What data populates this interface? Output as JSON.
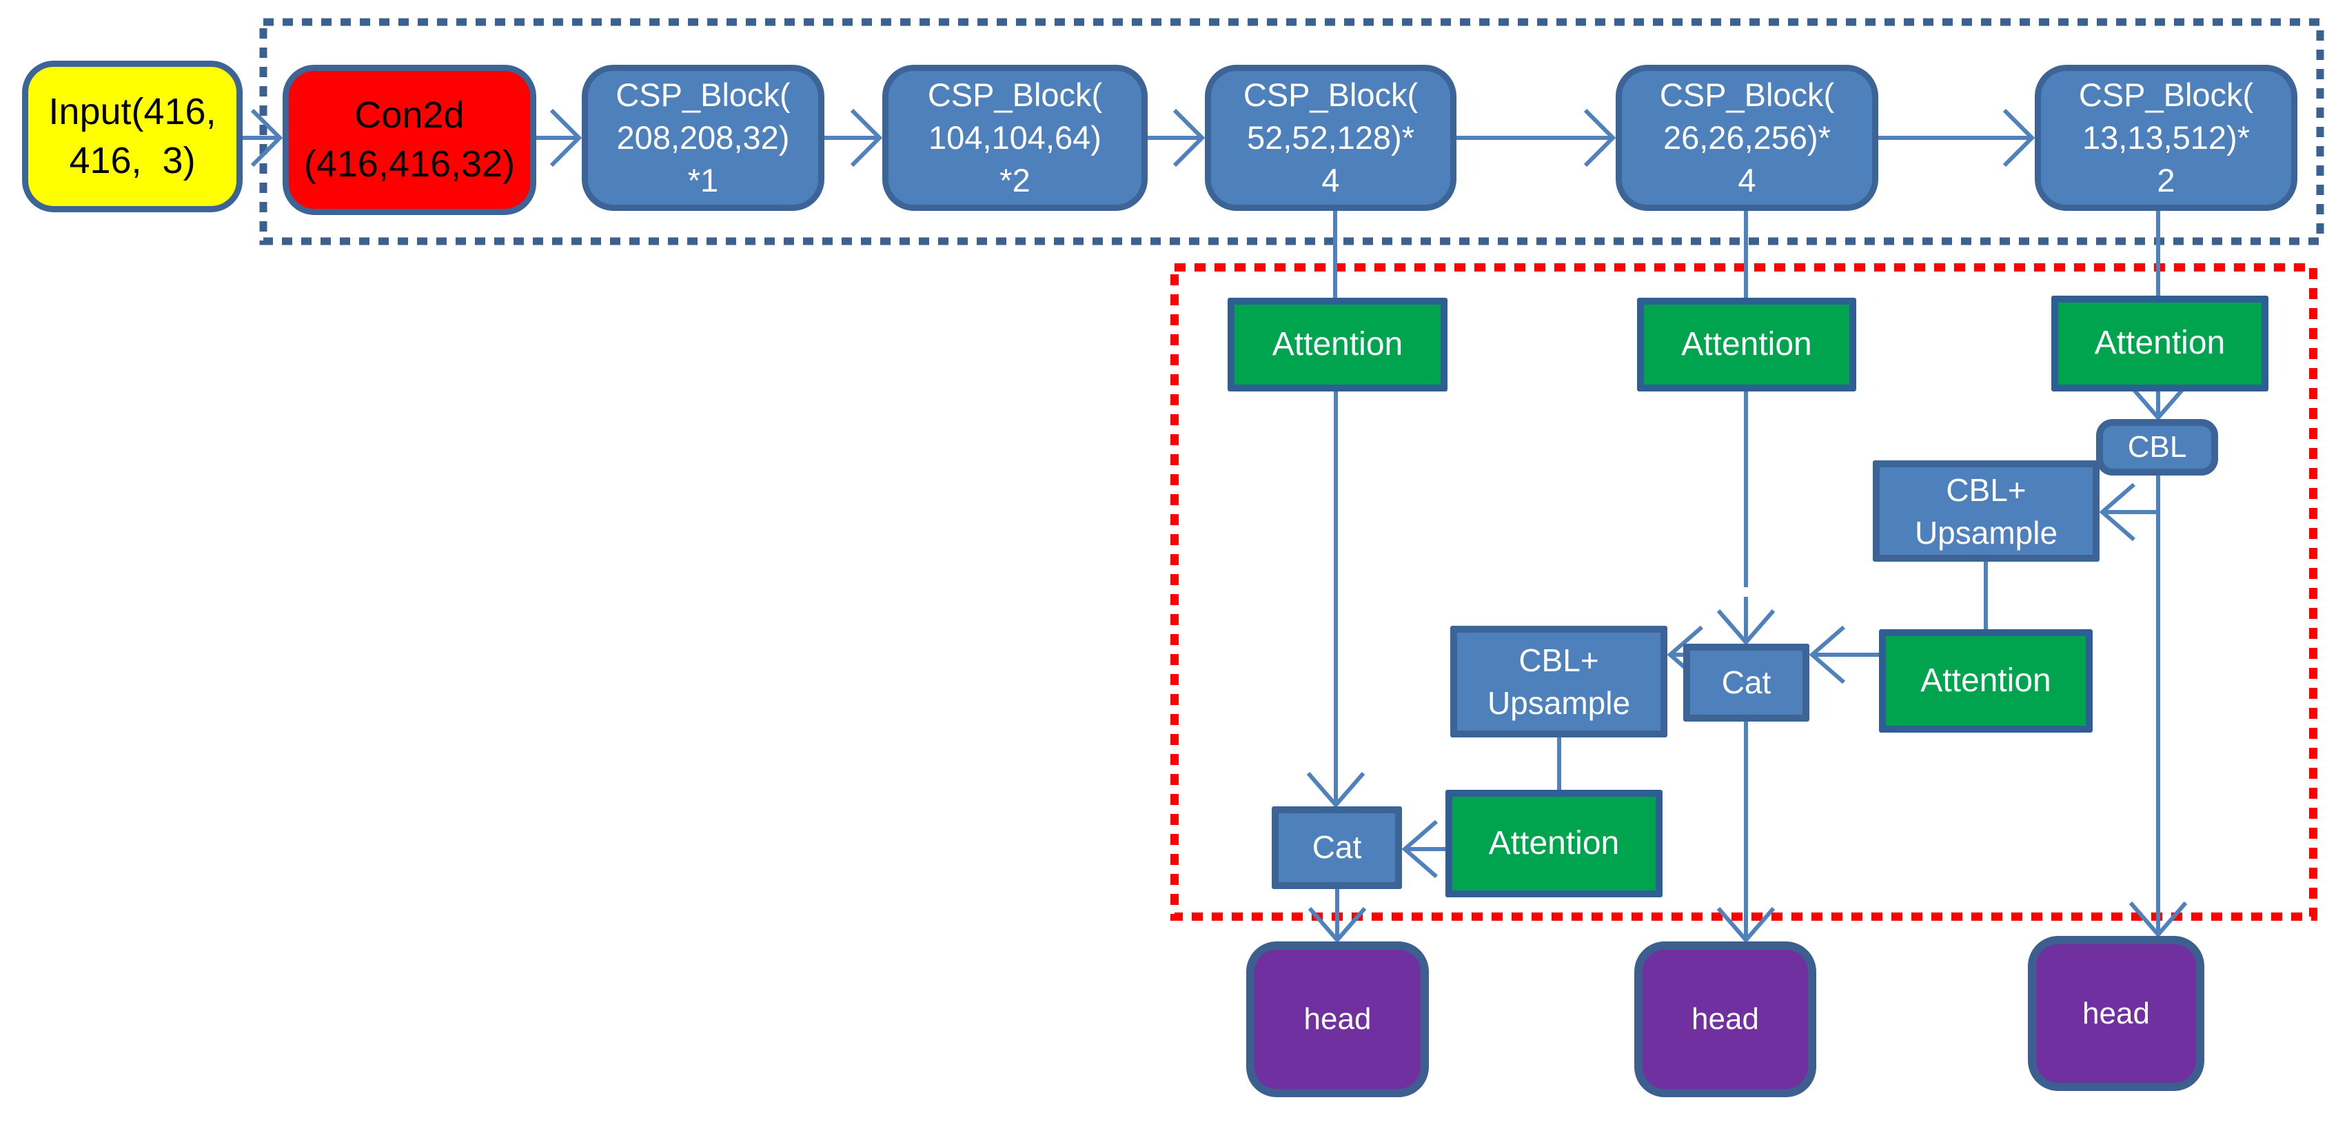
{
  "backbone": {
    "input": {
      "line1": "Input(416,",
      "line2": "416,  3)"
    },
    "con2d": {
      "line1": "Con2d",
      "line2": "(416,416,32)"
    },
    "csp_blocks": [
      {
        "line1": "CSP_Block(",
        "line2": "208,208,32)",
        "line3": "*1"
      },
      {
        "line1": "CSP_Block(",
        "line2": "104,104,64)",
        "line3": "*2"
      },
      {
        "line1": "CSP_Block(",
        "line2": "52,52,128)*",
        "line3": "4"
      },
      {
        "line1": "CSP_Block(",
        "line2": "26,26,256)*",
        "line3": "4"
      },
      {
        "line1": "CSP_Block(",
        "line2": "13,13,512)*",
        "line3": "2"
      }
    ]
  },
  "neck": {
    "attention": "Attention",
    "cbl": "CBL",
    "cbl_upsample": {
      "line1": "CBL+",
      "line2": "Upsample"
    },
    "cat": "Cat"
  },
  "head": {
    "label": "head"
  },
  "colors": {
    "backbone_box_fill": "#4e80bc",
    "box_border": "#3c6496",
    "attention_fill": "#00a44f",
    "head_fill": "#7030a0",
    "input_fill": "#ffff00",
    "con2d_fill": "#fe0000",
    "connector": "#4f81bd",
    "backbone_outline": "#3b6191",
    "neck_outline": "#fe0000",
    "text_light": "#ffffff",
    "text_dark": "#000000"
  }
}
